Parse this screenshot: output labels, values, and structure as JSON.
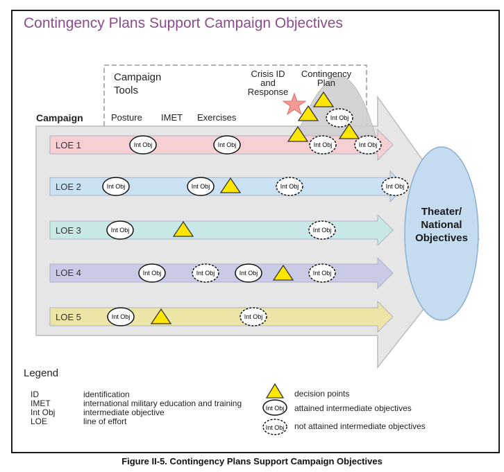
{
  "title": "Contingency Plans Support Campaign Objectives",
  "caption": "Figure II-5.  Contingency Plans Support Campaign Objectives",
  "campaign_label": "Campaign",
  "campaign_tools": {
    "heading_line1": "Campaign",
    "heading_line2": "Tools",
    "tools": [
      "Posture",
      "IMET",
      "Exercises"
    ],
    "crisis": [
      "Crisis ID",
      "and",
      "Response"
    ],
    "contingency": [
      "Contingency",
      "Plan"
    ]
  },
  "objective_text": "Int Obj",
  "theater": [
    "Theater/",
    "National",
    "Objectives"
  ],
  "lines_of_effort": [
    {
      "label": "LOE 1",
      "color": "#f6cfd2"
    },
    {
      "label": "LOE 2",
      "color": "#c9e1f3"
    },
    {
      "label": "LOE 3",
      "color": "#c8e8e8"
    },
    {
      "label": "LOE 4",
      "color": "#c9cbe6"
    },
    {
      "label": "LOE 5",
      "color": "#ece5a6"
    }
  ],
  "legend": {
    "heading": "Legend",
    "abbreviations": [
      {
        "abbr": "ID",
        "definition": "identification"
      },
      {
        "abbr": "IMET",
        "definition": "international military education and training"
      },
      {
        "abbr": "Int Obj",
        "definition": "intermediate objective"
      },
      {
        "abbr": "LOE",
        "definition": "line of effort"
      }
    ],
    "symbols": [
      {
        "icon": "decision-point-triangle",
        "text": "decision points"
      },
      {
        "icon": "attained-objective-ellipse",
        "text": "attained intermediate objectives"
      },
      {
        "icon": "not-attained-objective-ellipse",
        "text": "not attained intermediate objectives"
      }
    ]
  },
  "colors": {
    "title": "#8e4a8e",
    "triangle_fill": "#ffe600",
    "theater_fill": "#c5dbf0",
    "star_fill": "#f39a96",
    "big_arrow": "#e3e3e3"
  }
}
